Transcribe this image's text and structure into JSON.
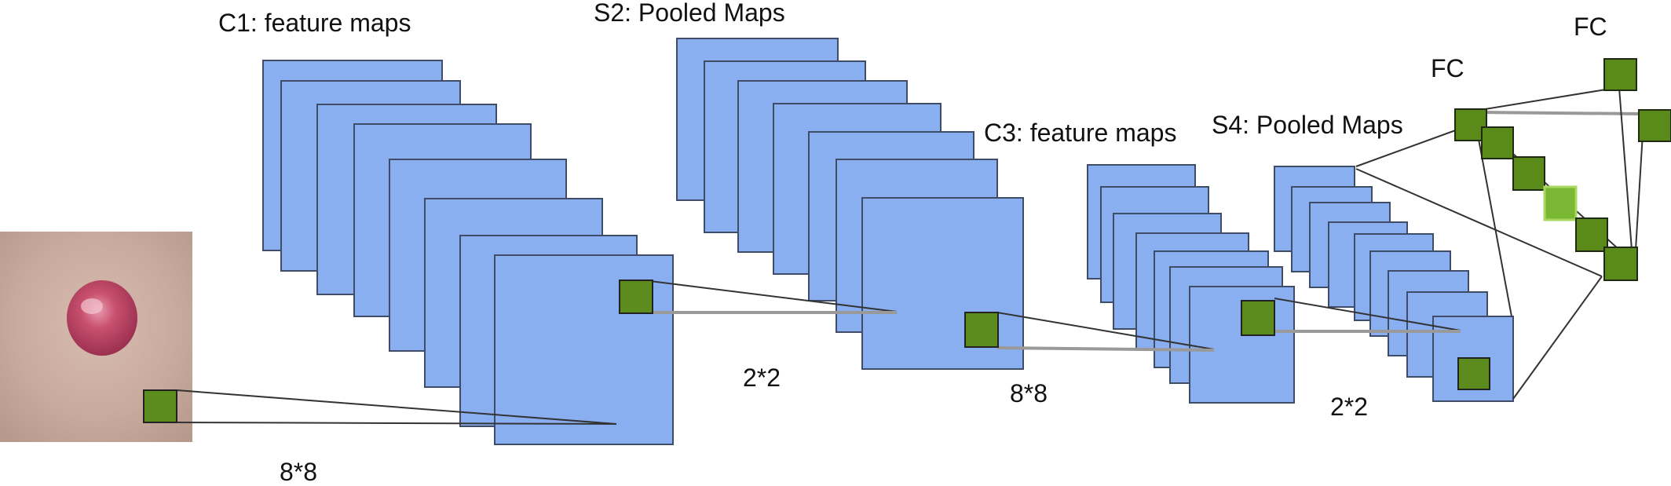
{
  "labels": {
    "c1": "C1: feature maps",
    "s2": "S2: Pooled Maps",
    "c3": "C3: feature maps",
    "s4": "S4: Pooled Maps",
    "fc1": "FC",
    "fc2": "FC",
    "kernel1": "8*8",
    "pool1": "2*2",
    "kernel2": "8*8",
    "pool2": "2*2"
  },
  "colors": {
    "feature_map": "#8aaff0",
    "kernel": "#5c8c1e",
    "neuron": "#5a8a1a",
    "neuron_highlight": "#7ab833"
  }
}
